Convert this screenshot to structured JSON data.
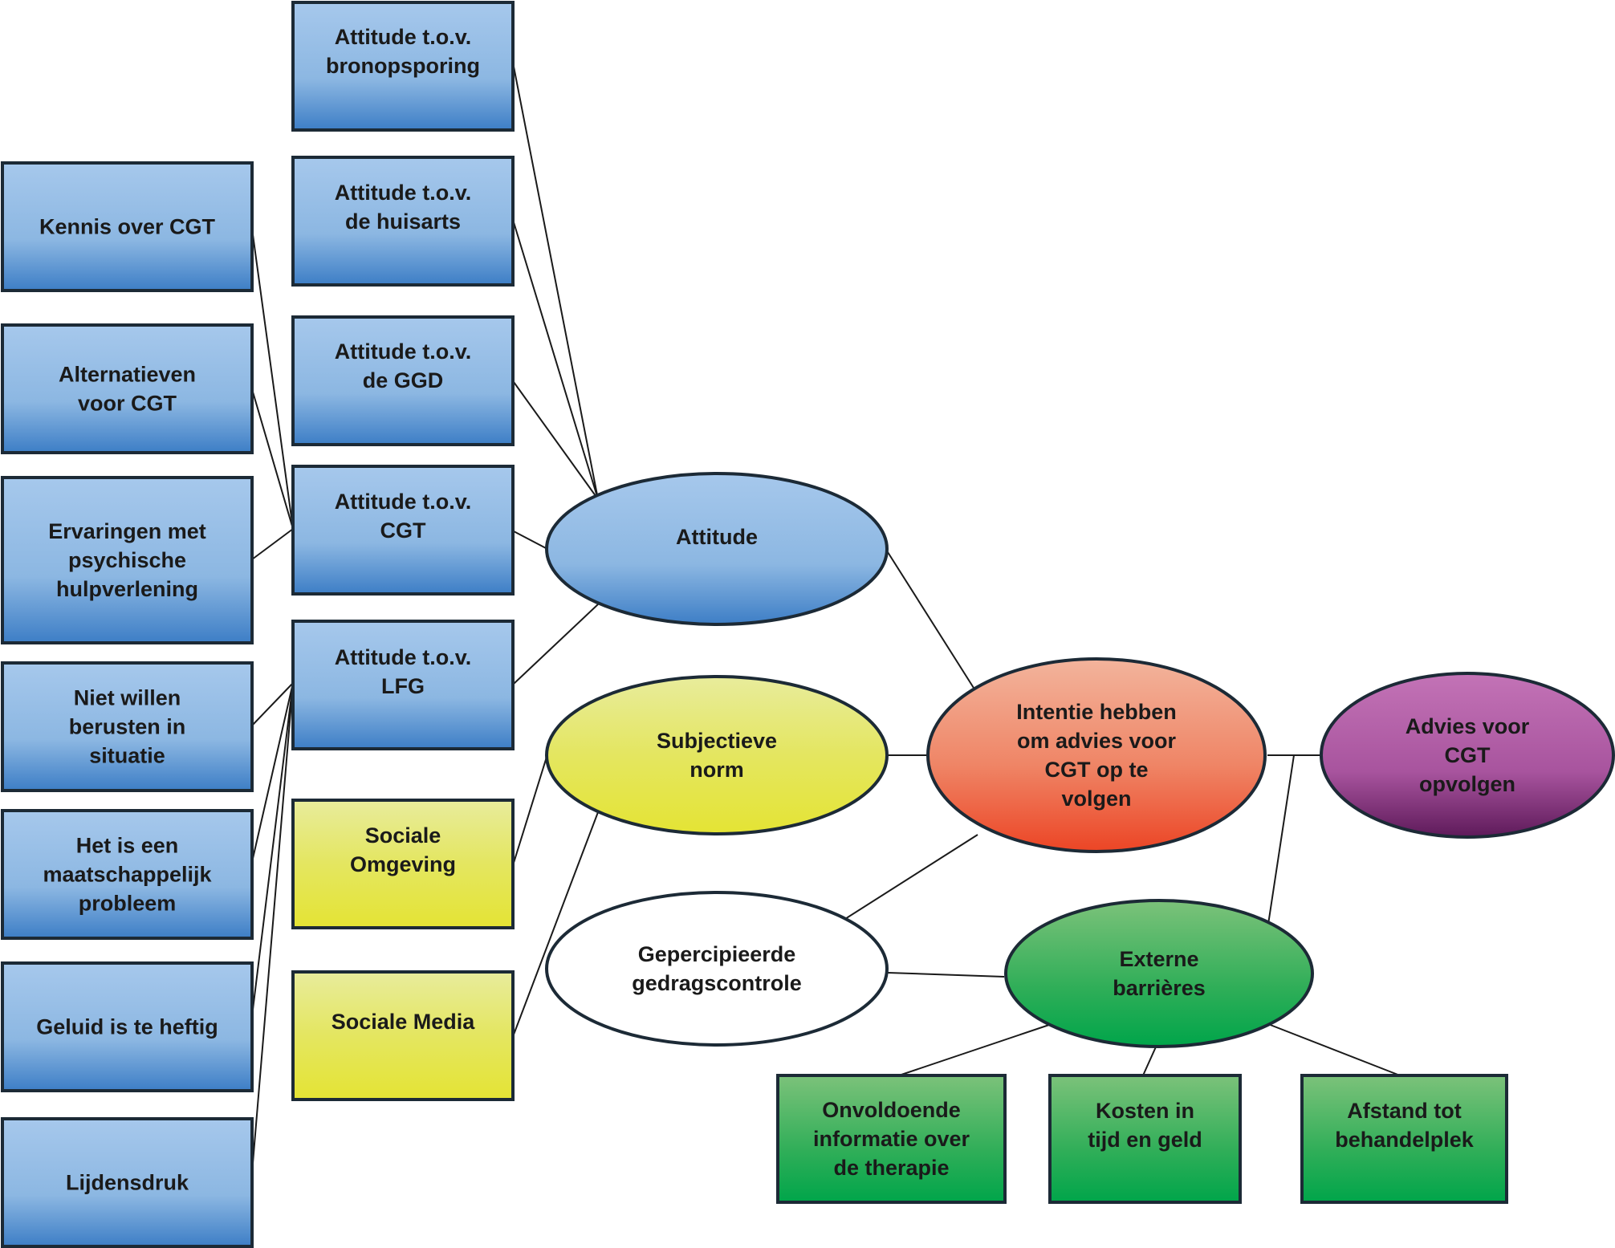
{
  "left_column": [
    {
      "id": "kennis",
      "lines": [
        "Kennis over CGT"
      ]
    },
    {
      "id": "alternatieven",
      "lines": [
        "Alternatieven",
        "voor CGT"
      ]
    },
    {
      "id": "ervaringen",
      "lines": [
        "Ervaringen met",
        "psychische",
        "hulpverlening"
      ]
    },
    {
      "id": "berusten",
      "lines": [
        "Niet willen",
        "berusten in",
        "situatie"
      ]
    },
    {
      "id": "maatschappelijk",
      "lines": [
        "Het is een",
        "maatschappelijk",
        "probleem"
      ]
    },
    {
      "id": "geluid",
      "lines": [
        "Geluid is te heftig"
      ]
    },
    {
      "id": "lijdensdruk",
      "lines": [
        "Lijdensdruk"
      ]
    }
  ],
  "middle_column": [
    {
      "id": "bronopsporing",
      "lines": [
        "Attitude t.o.v.",
        "bronopsporing"
      ]
    },
    {
      "id": "huisarts",
      "lines": [
        "Attitude t.o.v.",
        "de huisarts"
      ]
    },
    {
      "id": "ggd",
      "lines": [
        "Attitude t.o.v.",
        "de GGD"
      ]
    },
    {
      "id": "cgt",
      "lines": [
        "Attitude t.o.v.",
        "CGT"
      ]
    },
    {
      "id": "lfg",
      "lines": [
        "Attitude t.o.v.",
        "LFG"
      ]
    },
    {
      "id": "sociale_omgeving",
      "lines": [
        "Sociale",
        "Omgeving"
      ]
    },
    {
      "id": "sociale_media",
      "lines": [
        "Sociale Media"
      ]
    }
  ],
  "ellipses": [
    {
      "id": "attitude",
      "lines": [
        "Attitude"
      ]
    },
    {
      "id": "subjectieve_norm",
      "lines": [
        "Subjectieve",
        "norm"
      ]
    },
    {
      "id": "gedragscontrole",
      "lines": [
        "Gepercipieerde",
        "gedragscontrole"
      ]
    },
    {
      "id": "intentie",
      "lines": [
        "Intentie hebben",
        "om advies voor",
        "CGT op te",
        "volgen"
      ]
    },
    {
      "id": "advies",
      "lines": [
        "Advies voor",
        "CGT",
        "opvolgen"
      ]
    },
    {
      "id": "externe",
      "lines": [
        "Externe",
        "barrières"
      ]
    }
  ],
  "bottom_row": [
    {
      "id": "onvoldoende",
      "lines": [
        "Onvoldoende",
        "informatie over",
        "de therapie"
      ]
    },
    {
      "id": "kosten",
      "lines": [
        "Kosten in",
        "tijd en geld"
      ]
    },
    {
      "id": "afstand",
      "lines": [
        "Afstand tot",
        "behandelplek"
      ]
    }
  ],
  "colors": {
    "blue_top": "#a6c8ec",
    "blue_bottom": "#3d7ec6",
    "yellow_top": "#e8ec9c",
    "yellow_bottom": "#e4e434",
    "green_top": "#7cc27a",
    "green_bottom": "#00a54a",
    "red_top": "#f3b49c",
    "red_bottom": "#ec4525",
    "purple_top": "#c373b6",
    "purple_bottom": "#5e1a5a",
    "border": "#1c2a36",
    "line": "#1a1a1a"
  }
}
